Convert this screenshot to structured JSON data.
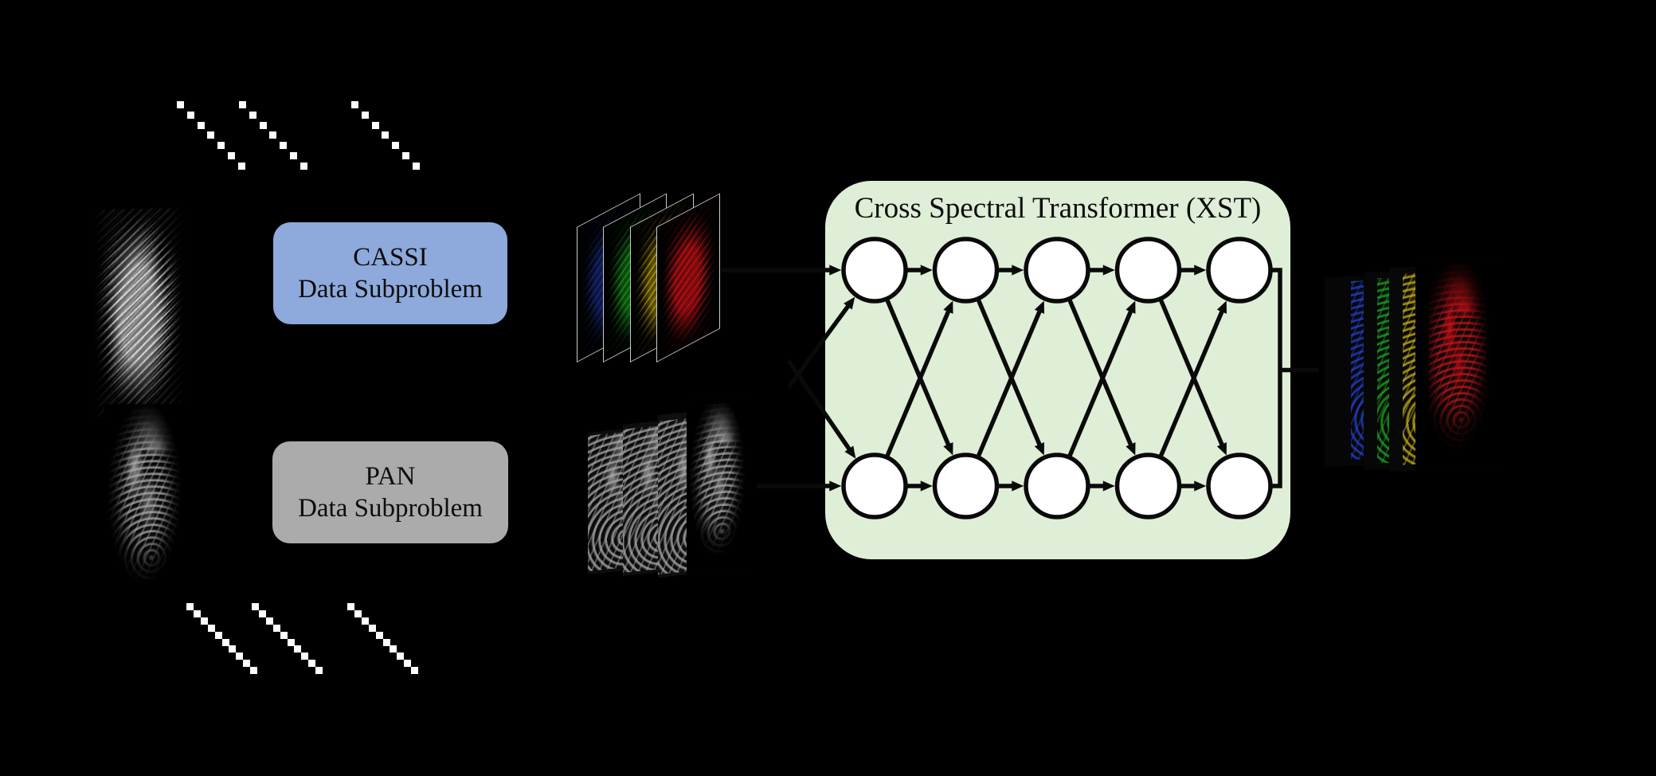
{
  "figure": {
    "background": "#000000",
    "palette": {
      "mask_dash": "#ffffff",
      "measurement_noise": "228,228,228",
      "statue_gray": "172,172,172",
      "spectral_blue": "35,65,205",
      "spectral_green": "25,170,32",
      "spectral_yellow": "204,178,20",
      "spectral_red": "205,16,22",
      "arrow_stroke": "#0a0a0a"
    },
    "cassi_box": {
      "line1": "CASSI",
      "line2": "Data Subproblem",
      "fill": "#8ea9db"
    },
    "pan_box": {
      "line1": "PAN",
      "line2": "Data Subproblem",
      "fill": "#ababab"
    },
    "xst": {
      "title": "Cross Spectral Transformer (XST)",
      "fill": "#dfeed6",
      "node_fill": "#ffffff",
      "stroke": "#0a0a0a",
      "columns": 5,
      "rows": 2
    },
    "masks": {
      "top_lines": 3,
      "top_dashes_per_line": 7,
      "bottom_lines": 3,
      "bottom_dashes_per_line": 10
    }
  }
}
